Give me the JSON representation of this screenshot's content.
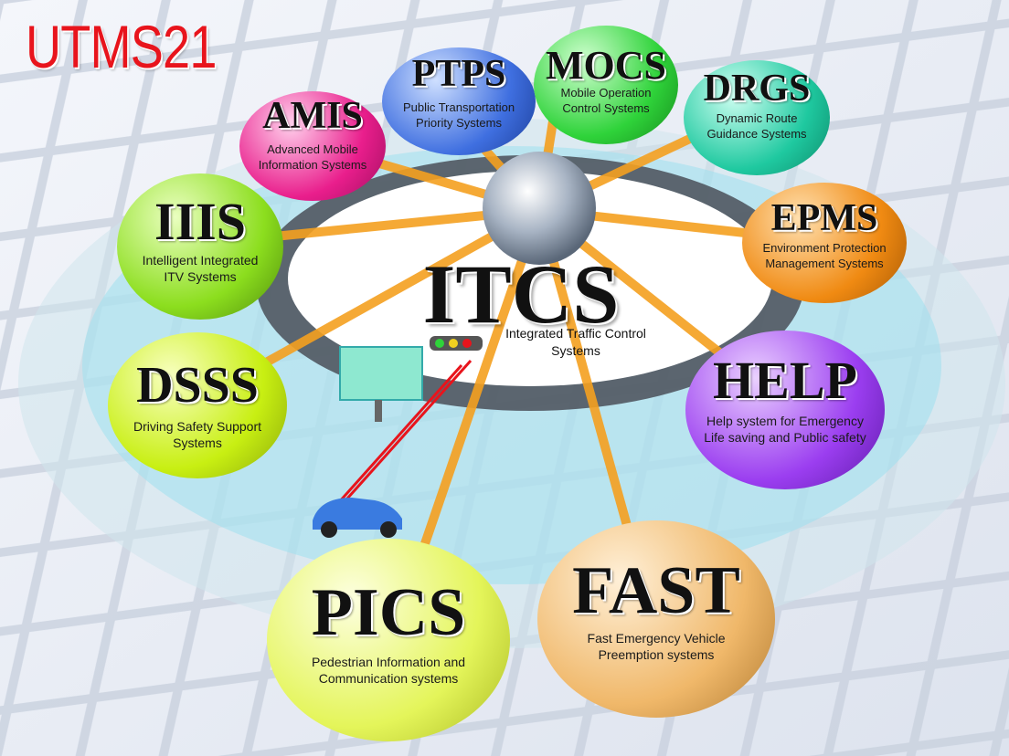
{
  "title": "UTMS21",
  "center": {
    "abbr": "ITCS",
    "desc": [
      "Integrated Traffic Control",
      "Systems"
    ]
  },
  "nodes": [
    {
      "id": "amis",
      "abbr": "AMIS",
      "desc": [
        "Advanced Mobile",
        "Information Systems"
      ],
      "color": "#e91e8c"
    },
    {
      "id": "ptps",
      "abbr": "PTPS",
      "desc": [
        "Public Transportation",
        "Priority Systems"
      ],
      "color": "#3f6fe0"
    },
    {
      "id": "mocs",
      "abbr": "MOCS",
      "desc": [
        "Mobile Operation",
        "Control Systems"
      ],
      "color": "#2fd33a"
    },
    {
      "id": "drgs",
      "abbr": "DRGS",
      "desc": [
        "Dynamic Route",
        "Guidance Systems"
      ],
      "color": "#1fc9a0"
    },
    {
      "id": "iiis",
      "abbr": "IIIS",
      "desc": [
        "Intelligent Integrated",
        "ITV Systems"
      ],
      "color": "#8cde1e"
    },
    {
      "id": "epms",
      "abbr": "EPMS",
      "desc": [
        "Environment Protection",
        "Management Systems"
      ],
      "color": "#f08a12"
    },
    {
      "id": "dsss",
      "abbr": "DSSS",
      "desc": [
        "Driving Safety Support",
        "Systems"
      ],
      "color": "#c8ef12"
    },
    {
      "id": "help",
      "abbr": "HELP",
      "desc": [
        "Help system for  Emergency",
        "Life saving and Public safety"
      ],
      "color": "#9b3ef0"
    },
    {
      "id": "pics",
      "abbr": "PICS",
      "desc": [
        "Pedestrian Information and",
        "Communication systems"
      ],
      "color": "#e4f55a"
    },
    {
      "id": "fast",
      "abbr": "FAST",
      "desc": [
        "Fast Emergency Vehicle",
        "Preemption systems"
      ],
      "color": "#f0b86a"
    }
  ],
  "colors": {
    "title": "#e8141c",
    "spokes": "#f5a020",
    "ring": "#8fd8e6"
  }
}
